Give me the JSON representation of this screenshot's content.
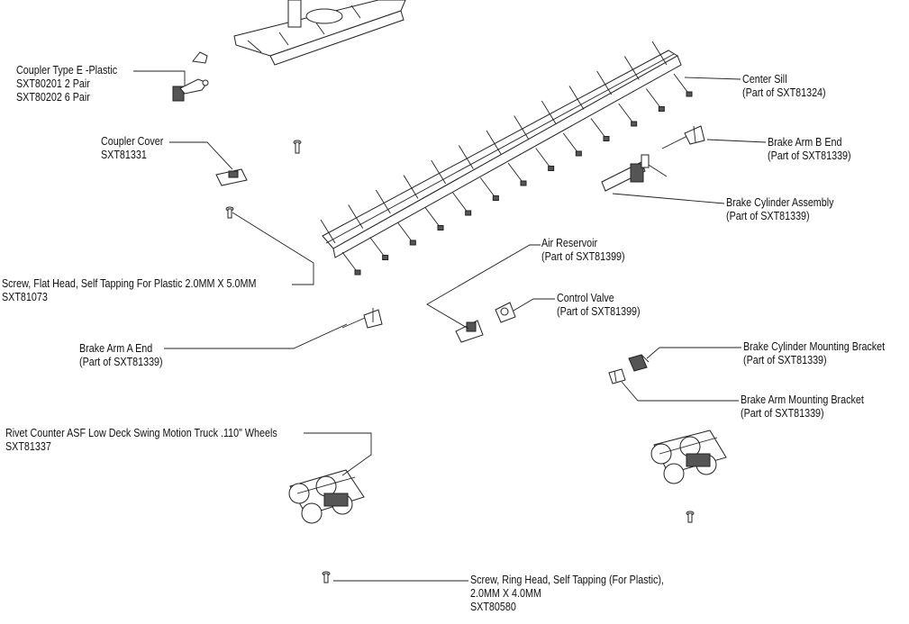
{
  "labels": {
    "coupler": {
      "l1": "Coupler Type E -Plastic",
      "l2": "SXT80201 2 Pair",
      "l3": "SXT80202 6 Pair"
    },
    "coupler_cover": {
      "l1": "Coupler Cover",
      "l2": "SXT81331"
    },
    "screw_flat": {
      "l1": "Screw, Flat Head,  Self Tapping For Plastic 2.0MM X 5.0MM",
      "l2": "SXT81073"
    },
    "brake_arm_a": {
      "l1": "Brake Arm A End",
      "l2": "(Part of SXT81339)"
    },
    "truck": {
      "l1": "Rivet Counter ASF Low Deck Swing Motion Truck .110\" Wheels",
      "l2": "SXT81337"
    },
    "screw_ring": {
      "l1": "Screw, Ring Head, Self Tapping (For Plastic),",
      "l2": "2.0MM X 4.0MM",
      "l3": "SXT80580"
    },
    "center_sill": {
      "l1": "Center Sill",
      "l2": "(Part of SXT81324)"
    },
    "brake_arm_b": {
      "l1": "Brake Arm B End",
      "l2": "(Part of SXT81339)"
    },
    "brake_cylinder": {
      "l1": "Brake Cylinder Assembly",
      "l2": "(Part of SXT81339)"
    },
    "air_reservoir": {
      "l1": "Air Reservoir",
      "l2": "(Part of SXT81399)"
    },
    "control_valve": {
      "l1": "Control Valve",
      "l2": "(Part of SXT81399)"
    },
    "cyl_bracket": {
      "l1": "Brake Cylinder Mounting Bracket",
      "l2": "(Part of SXT81339)"
    },
    "arm_bracket": {
      "l1": "Brake Arm Mounting Bracket",
      "l2": "(Part of SXT81339)"
    }
  }
}
